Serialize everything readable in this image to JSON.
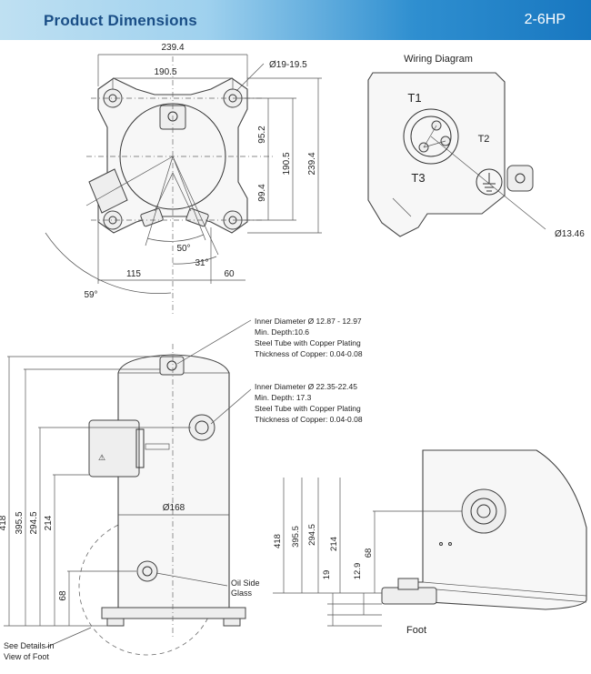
{
  "header": {
    "title": "Product Dimensions",
    "model": "2-6HP"
  },
  "top_view": {
    "dim_239_4_width": "239.4",
    "dim_190_5_width": "190.5",
    "hole_diameter": "Ø19-19.5",
    "dim_95_2": "95.2",
    "dim_190_5_height": "190.5",
    "dim_239_4_height": "239.4",
    "dim_99_4": "99.4",
    "angle_50": "50°",
    "angle_31": "31°",
    "dim_115": "115",
    "dim_60": "60",
    "angle_59": "59°"
  },
  "wiring": {
    "title": "Wiring Diagram",
    "t1": "T1",
    "t2": "T2",
    "t3": "T3",
    "diameter": "Ø13.46"
  },
  "side_view": {
    "suction_note": [
      "Inner Diameter Ø 12.87 - 12.97",
      "Min. Depth:10.6",
      "Steel Tube with Copper Plating",
      "Thickness of Copper: 0.04-0.08"
    ],
    "discharge_note": [
      "Inner Diameter Ø 22.35-22.45",
      "Min. Depth: 17.3",
      "Steel Tube with Copper Plating",
      "Thickness of Copper: 0.04-0.08"
    ],
    "diameter_168": "Ø168",
    "h418": "418",
    "h395_5": "395.5",
    "h294_5": "294.5",
    "h214": "214",
    "h68": "68",
    "oil_glass": [
      "Oil Side",
      "Glass"
    ],
    "see_details": [
      "See Details in",
      "View of Foot"
    ]
  },
  "foot_view": {
    "h418": "418",
    "h395_5": "395.5",
    "h294_5": "294.5",
    "h214": "214",
    "h19": "19",
    "h12_9": "12.9",
    "h68": "68",
    "label": "Foot"
  }
}
